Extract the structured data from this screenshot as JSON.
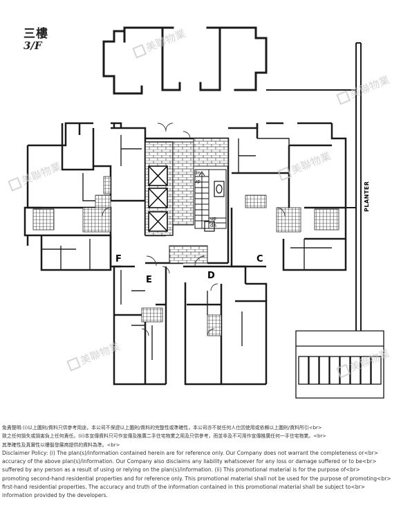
{
  "plan": {
    "floor_cn": "三樓",
    "floor_en": "3/F",
    "units": {
      "c": "C",
      "d": "D",
      "e": "E",
      "f": "F"
    },
    "planter_label": "PLANTER",
    "stair_up_1": "up",
    "stair_dn_1": "dn",
    "stair_up_2": "up",
    "stair_dn_2": "dn"
  },
  "watermark": {
    "text": "美聯物業"
  },
  "disclaimer": {
    "lines": [
      "免責聲明:(i)以上圖則/資料只供參考用途，本公司不保證以上圖則/資料的完整性或準確性，本公司亦不就任何人仕因使用或依賴以上圖則/資料所引<br>",
      "致之任何損失或損害負上任何責任。(ii)本宣傳資料只可作宣傳及推廣二手住宅物業之用及只供參考，而並非及不可用作宣傳推廣任何一手住宅物業。<br>",
      "其準確性及真實性以樓盤發展商提供的資料為準。<br>",
      "Disclaimer Policy: (i) The plan(s)/information contained herein are for reference only. Our Company does not warrant the completeness or<br>",
      "accuracy of the above plan(s)/information. Our Company also disclaims any liability whatsoever for any loss or damage suffered or to be<br>",
      "suffered by any person as a result of using or relying on the plan(s)/information. (ii) This promotional material is for the purpose of<br>",
      "promoting second-hand residential properties and for reference only. This promotional material shall not be used for the purpose of promoting<br>",
      "first-hand residential properties. The accuracy and truth of the information contained in this promotional material shall be subject to<br>",
      "information provided by the developers."
    ]
  }
}
